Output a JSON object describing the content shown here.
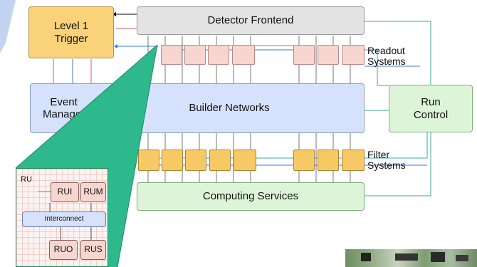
{
  "colors": {
    "trigger": "#f9d27a",
    "frontend": "#e3e3e3",
    "builder": "#d6e2fb",
    "run_control": "#def4d8",
    "computing": "#def4d8",
    "readout_unit": "#f6d6cf",
    "filter_unit": "#f6c964",
    "callout": "#2db98b",
    "link_teal": "#3aa99a",
    "link_red": "#e05a5a",
    "link_blue": "#3a78d8"
  },
  "diagram": {
    "level1_trigger": "Level 1\nTrigger",
    "detector_frontend": "Detector Frontend",
    "event_manager": "Event\nManager",
    "builder_networks": "Builder Networks",
    "run_control": "Run\nControl",
    "readout_systems": "Readout\nSystems",
    "filter_systems": "Filter\nSystems",
    "computing_services": "Computing Services"
  },
  "inset": {
    "ru_label": "RU",
    "rui": "RUI",
    "rum": "RUM",
    "interconnect": "Interconnect",
    "ruo": "RUO",
    "rus": "RUS"
  }
}
